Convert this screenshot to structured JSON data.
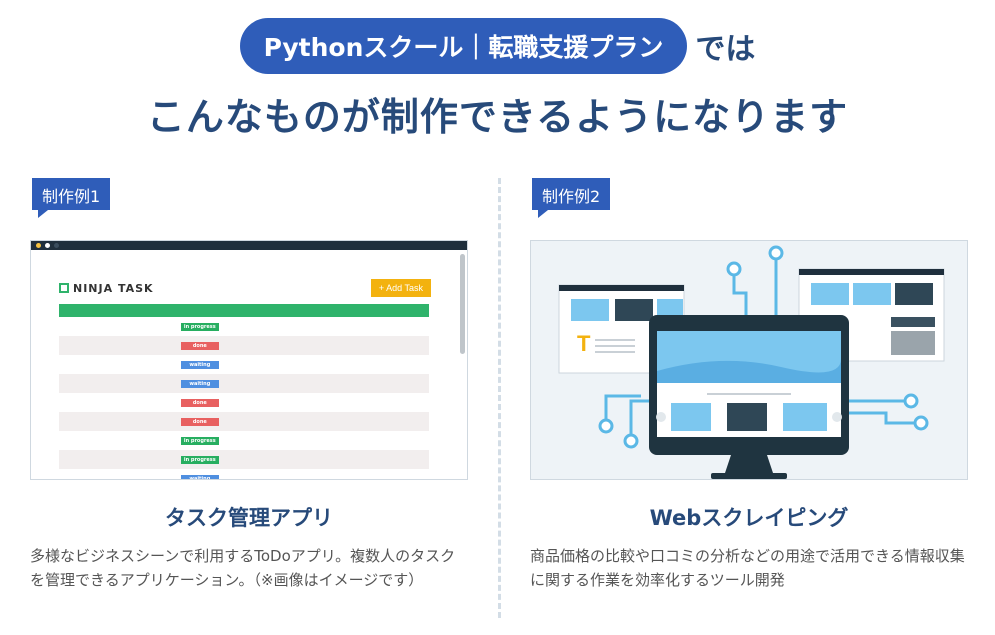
{
  "header": {
    "pill": "Pythonスクール｜転職支援プラン",
    "pill_suffix": "では",
    "title": "こんなものが制作できるようになります"
  },
  "cards": [
    {
      "tag": "制作例1",
      "title": "タスク管理アプリ",
      "description": "多様なビジネスシーンで利用するToDoアプリ。複数人のタスクを管理できるアプリケーション。（※画像はイメージです）",
      "screenshot": {
        "app_name": "NINJA TASK",
        "add_button": "+ Add Task",
        "statuses": [
          "in progress",
          "done",
          "waiting",
          "waiting",
          "done",
          "done",
          "in progress",
          "in progress",
          "waiting"
        ]
      }
    },
    {
      "tag": "制作例2",
      "title": "Webスクレイピング",
      "description": "商品価格の比較や口コミの分析などの用途で活用できる情報収集に関する作業を効率化するツール開発"
    }
  ],
  "colors": {
    "accent": "#2f5db9",
    "title": "#274a7a",
    "green": "#2fb36b"
  }
}
